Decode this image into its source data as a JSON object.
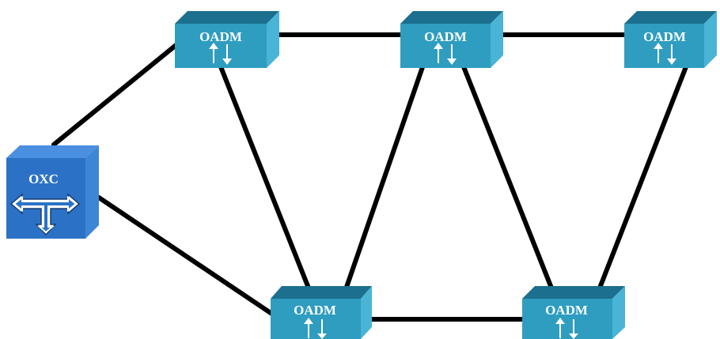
{
  "nodes": {
    "oxc": {
      "label": "OXC"
    },
    "oadm_top_left": {
      "label": "OADM"
    },
    "oadm_top_middle": {
      "label": "OADM"
    },
    "oadm_top_right": {
      "label": "OADM"
    },
    "oadm_bottom_left": {
      "label": "OADM"
    },
    "oadm_bottom_right": {
      "label": "OADM"
    }
  },
  "links": [
    [
      "oxc",
      "oadm_top_left"
    ],
    [
      "oxc",
      "oadm_bottom_left"
    ],
    [
      "oadm_top_left",
      "oadm_top_middle"
    ],
    [
      "oadm_top_middle",
      "oadm_top_right"
    ],
    [
      "oadm_top_left",
      "oadm_bottom_left"
    ],
    [
      "oadm_top_middle",
      "oadm_bottom_left"
    ],
    [
      "oadm_top_middle",
      "oadm_bottom_right"
    ],
    [
      "oadm_top_right",
      "oadm_bottom_right"
    ],
    [
      "oadm_bottom_left",
      "oadm_bottom_right"
    ]
  ],
  "colors": {
    "oadm_front": "#2e9dc0",
    "oadm_top": "#1c6f8e",
    "oadm_side": "#4ab4d6",
    "oxc_front": "#2b72c6",
    "oxc_top": "#4a8fe0",
    "oxc_side": "#3d86d6",
    "link": "#000000"
  }
}
